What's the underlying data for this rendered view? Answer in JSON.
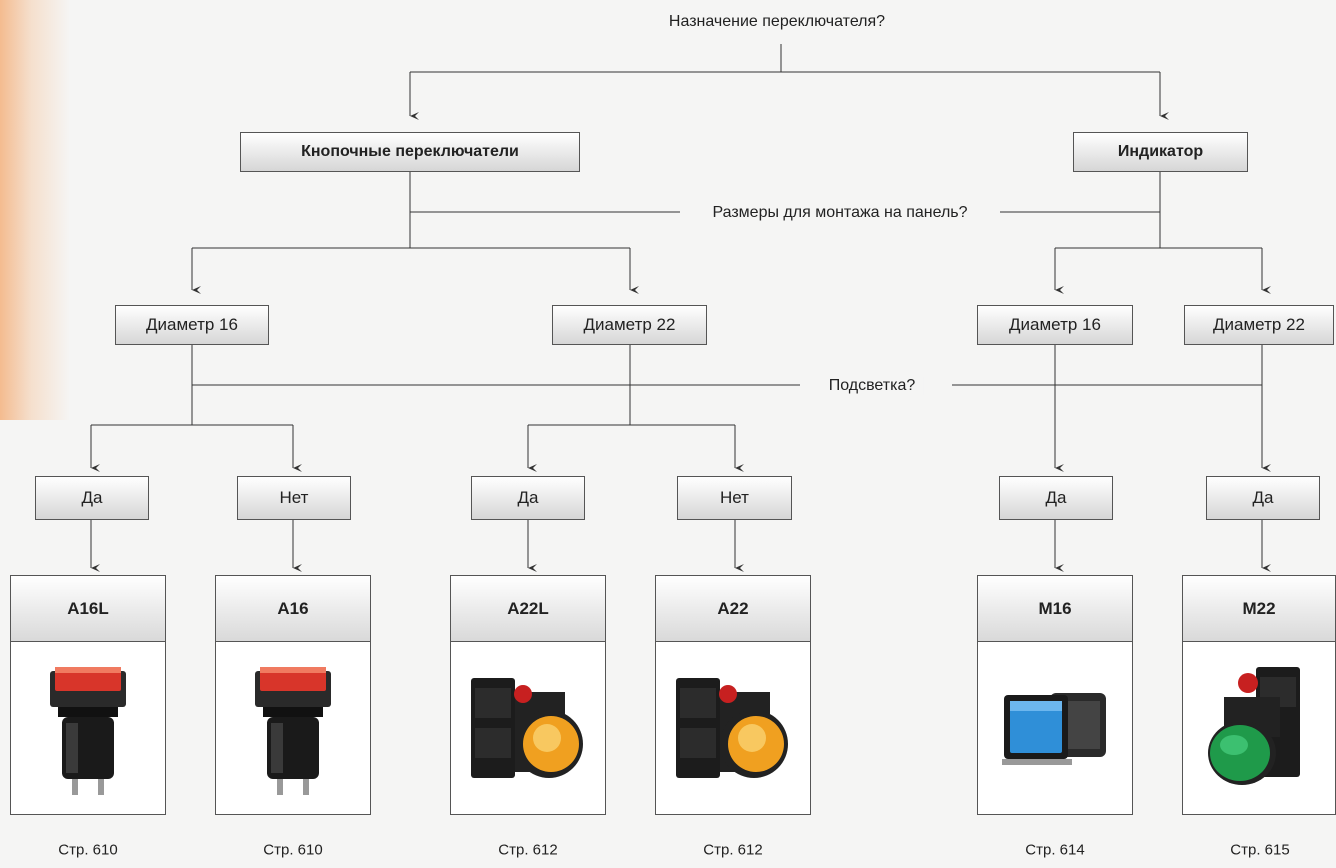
{
  "questions": {
    "purpose": "Назначение переключателя?",
    "panel_size": "Размеры для монтажа на панель?",
    "illumination": "Подсветка?"
  },
  "categories": {
    "pushbutton": "Кнопочные переключатели",
    "indicator": "Индикатор"
  },
  "diameters": {
    "pb16": "Диаметр 16",
    "pb22": "Диаметр 22",
    "ind16": "Диаметр 16",
    "ind22": "Диаметр 22"
  },
  "answers": [
    "Да",
    "Нет",
    "Да",
    "Нет",
    "Да",
    "Да"
  ],
  "products": [
    {
      "model": "A16L",
      "page": "Стр. 610",
      "color": "red",
      "shape": "rect16"
    },
    {
      "model": "A16",
      "page": "Стр. 610",
      "color": "red",
      "shape": "rect16"
    },
    {
      "model": "A22L",
      "page": "Стр. 612",
      "color": "amber",
      "shape": "round22"
    },
    {
      "model": "A22",
      "page": "Стр. 612",
      "color": "amber",
      "shape": "round22"
    },
    {
      "model": "M16",
      "page": "Стр. 614",
      "color": "blue",
      "shape": "square16"
    },
    {
      "model": "M22",
      "page": "Стр. 615",
      "color": "green",
      "shape": "round22"
    }
  ],
  "colors": {
    "red": "#d8352a",
    "amber": "#f0a020",
    "blue": "#2f8fd8",
    "green": "#1f9a4a",
    "line": "#333333"
  }
}
